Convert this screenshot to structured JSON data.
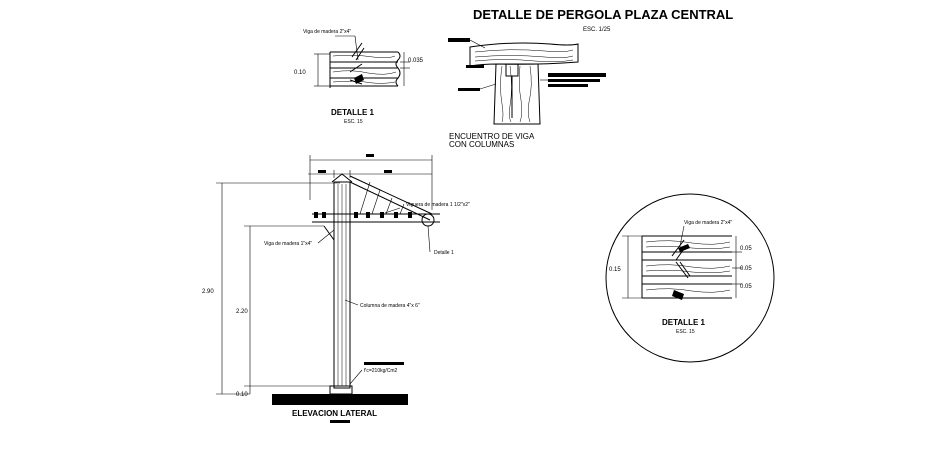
{
  "title": "DETALLE DE PERGOLA PLAZA CENTRAL",
  "title_scale": "ESC. 1/25",
  "detail1_small": {
    "label_beam": "Viga de madera 2\"x4\"",
    "dim_left": "0.10",
    "dim_right": "0.035",
    "title": "DETALLE 1",
    "scale": "ESC. 15"
  },
  "encuentro": {
    "title_line1": "ENCUENTRO DE VIGA",
    "title_line2": "CON COLUMNAS"
  },
  "elevation": {
    "title": "ELEVACION LATERAL",
    "dim_total_height": "2.90",
    "dim_height": "2.20",
    "dim_base": "0.10",
    "label_viga_inclined": "Viga de madera 1\"x4\"",
    "label_viguera": "Viguera de madera 1 1/2\"x2\"",
    "label_columna": "Columna de madera 4\"x 6\"",
    "label_detalle": "Detalle 1",
    "label_concrete": "f'c=210kg/Cm2"
  },
  "detail1_circle": {
    "label_beam": "Viga de madera 2\"x4\"",
    "dim_left": "0.15",
    "dim_r1": "0.05",
    "dim_r2": "0.05",
    "dim_r3": "0.05",
    "title": "DETALLE 1",
    "scale": "ESC. 15"
  }
}
